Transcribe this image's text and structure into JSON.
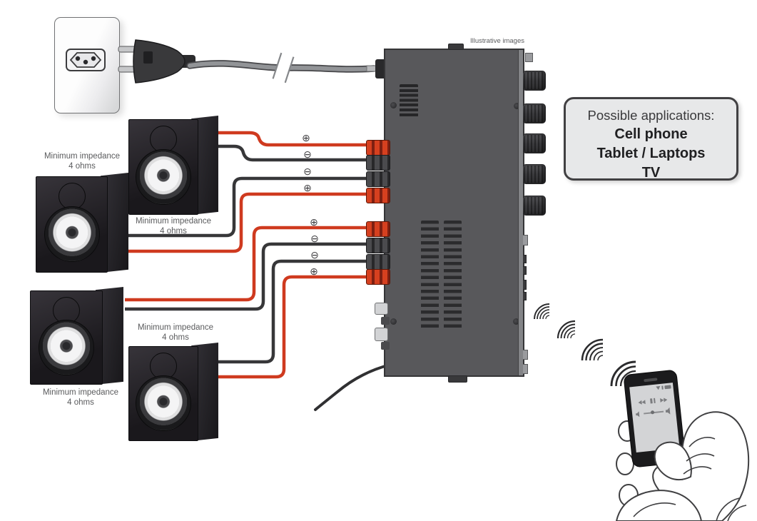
{
  "amp": {
    "note": "Illustrative images"
  },
  "speaker_label": {
    "line1": "Minimum impedance",
    "line2": "4 ohms"
  },
  "applications": {
    "title": "Possible applications:",
    "items": [
      "Cell phone",
      "Tablet / Laptops",
      "TV"
    ]
  },
  "polarity_symbols": [
    "⊕",
    "⊖",
    "⊖",
    "⊕",
    "⊕",
    "⊖",
    "⊖",
    "⊕"
  ],
  "colors": {
    "wire_positive": "#cf3a1f",
    "wire_negative": "#373739",
    "terminal_red": "#d6401f",
    "amp_body": "#58585b",
    "speaker_body": "#222024",
    "box_background": "#e7e8e9",
    "box_border": "#414042",
    "label_text": "#5a5b5d"
  }
}
